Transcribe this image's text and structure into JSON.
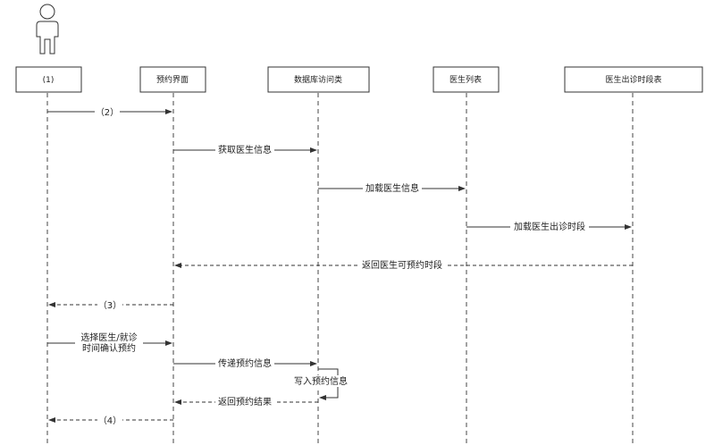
{
  "participants": [
    {
      "id": "p1",
      "label": "(1)"
    },
    {
      "id": "p2",
      "label": "预约界面"
    },
    {
      "id": "p3",
      "label": "数据库访问类"
    },
    {
      "id": "p4",
      "label": "医生列表"
    },
    {
      "id": "p5",
      "label": "医生出诊时段表"
    }
  ],
  "messages": [
    {
      "id": "m1",
      "lines": [
        "（2）"
      ],
      "style": "solid"
    },
    {
      "id": "m2",
      "lines": [
        "获取医生信息"
      ],
      "style": "solid"
    },
    {
      "id": "m3",
      "lines": [
        "加载医生信息"
      ],
      "style": "solid"
    },
    {
      "id": "m4",
      "lines": [
        "加载医生出诊时段"
      ],
      "style": "solid"
    },
    {
      "id": "m5",
      "lines": [
        "返回医生可预约时段"
      ],
      "style": "dashed"
    },
    {
      "id": "m6",
      "lines": [
        "（3）"
      ],
      "style": "dashed"
    },
    {
      "id": "m7",
      "lines": [
        "选择医生/就诊",
        "时间确认预约"
      ],
      "style": "solid"
    },
    {
      "id": "m8",
      "lines": [
        "传递预约信息"
      ],
      "style": "solid"
    },
    {
      "id": "m9",
      "lines": [
        "写入预约信息"
      ],
      "style": "self"
    },
    {
      "id": "m10",
      "lines": [
        "返回预约结果"
      ],
      "style": "dashed"
    },
    {
      "id": "m11",
      "lines": [
        "（4）"
      ],
      "style": "dashed"
    }
  ]
}
